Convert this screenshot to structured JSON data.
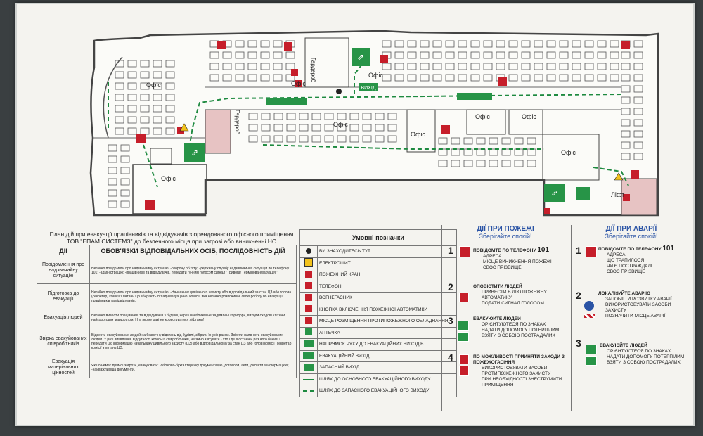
{
  "plan": {
    "rooms": {
      "office1": "Офіс",
      "office2": "Офіс",
      "office3": "Офіс",
      "office4": "Офіс",
      "office5": "Офіс",
      "office6": "Офіс",
      "office7": "Офіс",
      "office8": "Офіс",
      "office9": "Офіс",
      "wardrobe1": "Гардероб",
      "wardrobe2": "Гардероб",
      "lift": "Ліфт"
    },
    "exit_label": "ВИХІД"
  },
  "header": {
    "line1": "План дій при евакуації працівників та відвідувачів з орендованого офісного приміщення",
    "line2": "ТОВ \"ЕПАМ СИСТЕМЗ\" до безпечного місця при загрозі або виникненні НС"
  },
  "duties": {
    "col1": "ДІЇ",
    "col2": "ОБОВ'ЯЗКИ ВІДПОВІДАЛЬНИХ ОСІБ, ПОСЛІДОВНІСТЬ ДІЙ",
    "rows": [
      {
        "label": "Повідомлення про надзвичайну ситуацію",
        "text": "Негайно повідомити про надзвичайну ситуацію: -охорону об'єкту; -державну службу надзвичайних ситуацій по телефону 101; -адміністрацію; -працівників та відвідувачів, передати гучним голосом сигнал \"Тривога! Термінова евакуація!\""
      },
      {
        "label": "Підготовка до евакуації",
        "text": "Негайно повідомити про надзвичайну ситуацію: -Начальник цивільного захисту або відповідальний за стан ЦЗ або голова (секретар) комісії з питань ЦЗ збирають склад евакуаційної комісії, яка негайно розпочинає свою роботу по евакуації працівників та відвідувачів."
      },
      {
        "label": "Евакуація людей",
        "text": "Негайно вивести працівників та відвідувачів з будівлі, через найближчі не задимлені коридори, виходи сходові клітини найкоротшим маршрутом. Ні в якому разі не користуватися ліфтами!"
      },
      {
        "label": "Звірка евакуйованих співробітників",
        "text": "Відвести евакуйованих людей на безпечну відстань від будівлі, зібрати їх усіх разом. Звірити наявність евакуйованих людей. У разі виявлення відсутності когось із співробітників, негайно з'ясувати - хто і де в останній раз його бачив, і передати цю інформацію начальнику цивільного захисту (ЦЗ) або відповідальному за стан ЦЗ або голові комісії (секретар) комісії з питань ЦЗ."
      },
      {
        "label": "Евакуація матеріальних цінностей",
        "text": "Якщо немає прямої загрози, евакуювати: -обліково-бухгалтерську документацію, договори, акти, дискети з інформацією; -найважливіша документи."
      }
    ]
  },
  "legend": {
    "title": "Умовні позначки",
    "items": [
      {
        "icon": "you-are-here-dot",
        "label": "ВИ ЗНАХОДИТЕСЬ ТУТ"
      },
      {
        "icon": "electric-panel-icon",
        "label": "ЕЛЕКТРОЩИТ"
      },
      {
        "icon": "fire-hydrant-icon",
        "label": "ПОЖЕЖНИЙ КРАН"
      },
      {
        "icon": "phone-icon",
        "label": "ТЕЛЕФОН"
      },
      {
        "icon": "fire-extinguisher-icon",
        "label": "ВОГНЕГАСНИК"
      },
      {
        "icon": "fire-alarm-button-icon",
        "label": "КНОПКА ВКЛЮЧЕННЯ ПОЖЕЖНОЇ АВТОМАТИКИ"
      },
      {
        "icon": "fire-equipment-icon",
        "label": "МІСЦЕ РОЗМІЩЕННЯ ПРОТИПОЖЕЖНОГО ОБЛАДНАННЯ"
      },
      {
        "icon": "first-aid-icon",
        "label": "АПТЕЧКА"
      },
      {
        "icon": "evac-direction-icon",
        "label": "НАПРЯМОК РУХУ ДО ЕВАКУАЦІЙНИХ ВИХОДІВ"
      },
      {
        "icon": "exit-sign-icon",
        "label": "ЕВАКУАЦІЙНИЙ ВИХІД"
      },
      {
        "icon": "spare-exit-icon",
        "label": "ЗАПАСНИЙ ВИХІД"
      },
      {
        "icon": "main-route-arrow-icon",
        "label": "ШЛЯХ ДО ОСНОВНОГО ЕВАКУАЦІЙНОГО ВИХОДУ"
      },
      {
        "icon": "spare-route-arrow-icon",
        "label": "ШЛЯХ ДО ЗАПАСНОГО ЕВАКУАЦІЙНОГО ВИХОДУ"
      }
    ]
  },
  "fire": {
    "title": "ДІЇ ПРИ ПОЖЕЖІ",
    "subtitle": "Зберігайте спокій!",
    "steps": [
      {
        "n": "1",
        "head": "ПОВІДОМТЕ ПО ТЕЛЕФОНУ",
        "phone": "101",
        "bullets": [
          "АДРЕСА",
          "МІСЦЕ ВИНИКНЕННЯ ПОЖЕЖІ",
          "СВОЄ ПРІЗВИЩЕ"
        ]
      },
      {
        "n": "2",
        "head": "ОПОВІСТИТИ ЛЮДЕЙ",
        "bullets": [
          "ПРИВЕСТИ В ДІЮ ПОЖЕЖНУ АВТОМАТИКУ",
          "ПОДАТИ СИГНАЛ ГОЛОСОМ"
        ]
      },
      {
        "n": "3",
        "head": "ЕВАКУЮЙТЕ ЛЮДЕЙ",
        "bullets": [
          "ОРІЄНТУЮТЕСЯ ПО ЗНАКАХ",
          "НАДАТИ ДОПОМОГУ ПОТЕРПІЛИМ",
          "ВЗЯТИ З СОБОЮ ПОСТРАДАЛИХ"
        ]
      },
      {
        "n": "4",
        "head": "ПО МОЖЛИВОСТІ ПРИЙНЯТИ ЗАХОДИ З ПОЖЕЖОГАСІННЯ",
        "bullets": [
          "ВИКОРИСТОВУВАТИ ЗАСОБИ ПРОТИПОЖЕЖНОГО ЗАХИСТУ",
          "ПРИ НЕОБХІДНОСТІ ЗНЕСТРУМИТИ ПРИМІЩЕННЯ"
        ]
      }
    ]
  },
  "accident": {
    "title": "ДІЇ ПРИ АВАРІЇ",
    "subtitle": "Зберігайте спокій!",
    "steps": [
      {
        "n": "1",
        "head": "ПОВІДОМТЕ ПО ТЕЛЕФОНУ",
        "phone": "101",
        "bullets": [
          "АДРЕСА",
          "ЩО ТРАПИЛОСЯ",
          "ЧИ Є ПОСТРАЖДАЛІ",
          "СВОЄ ПРІЗВИЩЕ"
        ]
      },
      {
        "n": "2",
        "head": "ЛОКАЛІЗУЙТЕ АВАРІЮ",
        "bullets": [
          "ЗАПОБІГТИ РОЗВИТКУ АВАРІЇ",
          "ВИКОРИСТОВУВАТИ ЗАСОБИ ЗАХИСТУ",
          "ПОЗНАЧИТИ МІСЦЕ АВАРІЇ"
        ]
      },
      {
        "n": "3",
        "head": "ЕВАКУЮЙТЕ ЛЮДЕЙ",
        "bullets": [
          "ОРІЄНТУЮТЕСЯ ПО ЗНАКАХ",
          "НАДАТИ ДОПОМОГУ ПОТЕРПІЛИМ",
          "ВЗЯТИ З СОБОЮ ПОСТРАДАЛИХ"
        ]
      }
    ]
  },
  "colors": {
    "sign_red": "#c61e2a",
    "sign_green": "#279447",
    "route_green": "#1e8a40",
    "heading_blue": "#2a53a5",
    "wall": "#444444",
    "wardrobe_pink": "#e7c3c3"
  }
}
